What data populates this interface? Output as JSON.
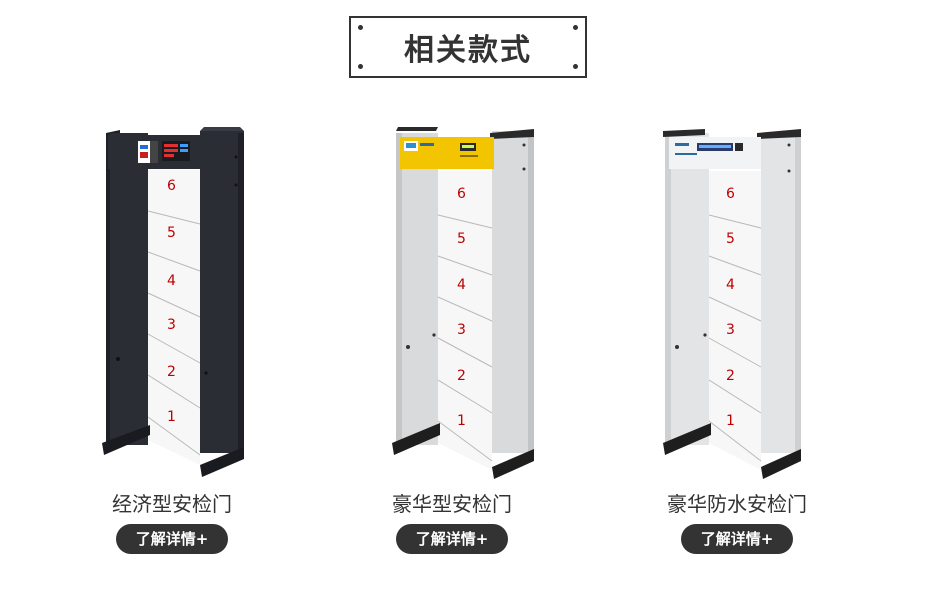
{
  "section": {
    "title": "相关款式"
  },
  "products": [
    {
      "name": "经济型安检门",
      "button": "了解详情+",
      "style": "dark",
      "zones": [
        "6",
        "5",
        "4",
        "3",
        "2",
        "1"
      ]
    },
    {
      "name": "豪华型安检门",
      "button": "了解详情+",
      "style": "yellow",
      "zones": [
        "6",
        "5",
        "4",
        "3",
        "2",
        "1"
      ]
    },
    {
      "name": "豪华防水安检门",
      "button": "了解详情+",
      "style": "silver",
      "zones": [
        "6",
        "5",
        "4",
        "3",
        "2",
        "1"
      ]
    }
  ],
  "colors": {
    "dark_frame": "#2b2d35",
    "silver_frame": "#d9dadc",
    "yellow_panel": "#f3c400",
    "zone_number": "#c00000",
    "button_bg": "#333333"
  }
}
